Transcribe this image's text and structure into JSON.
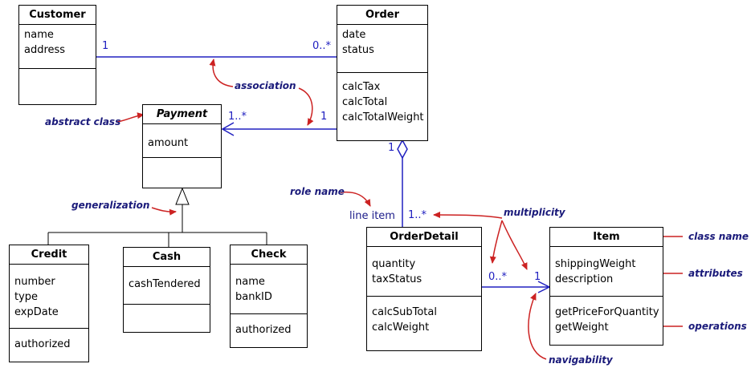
{
  "classes": {
    "customer": {
      "name": "Customer",
      "attributes": [
        "name",
        "address"
      ],
      "operations": []
    },
    "order": {
      "name": "Order",
      "attributes": [
        "date",
        "status"
      ],
      "operations": [
        "calcTax",
        "calcTotal",
        "calcTotalWeight"
      ]
    },
    "payment": {
      "name": "Payment",
      "attributes": [
        "amount"
      ],
      "operations": []
    },
    "credit": {
      "name": "Credit",
      "attributes": [
        "number",
        "type",
        "expDate"
      ],
      "operations": [
        "authorized"
      ]
    },
    "cash": {
      "name": "Cash",
      "attributes": [
        "cashTendered"
      ],
      "operations": []
    },
    "check": {
      "name": "Check",
      "attributes": [
        "name",
        "bankID"
      ],
      "operations": [
        "authorized"
      ]
    },
    "orderdetail": {
      "name": "OrderDetail",
      "attributes": [
        "quantity",
        "taxStatus"
      ],
      "operations": [
        "calcSubTotal",
        "calcWeight"
      ]
    },
    "item": {
      "name": "Item",
      "attributes": [
        "shippingWeight",
        "description"
      ],
      "operations": [
        "getPriceForQuantity",
        "getWeight"
      ]
    }
  },
  "multiplicities": {
    "customer_order_1": "1",
    "customer_order_many": "0..*",
    "payment_many": "1..*",
    "order_payment_1": "1",
    "order_detail_1": "1",
    "detail_many": "1..*",
    "detail_item_many": "0..*",
    "item_1": "1"
  },
  "role_name": "line item",
  "annotations": {
    "association": "association",
    "abstract_class": "abstract class",
    "generalization": "generalization",
    "role_name": "role name",
    "multiplicity": "multiplicity",
    "class_name": "class name",
    "attributes": "attributes",
    "operations": "operations",
    "navigability": "navigability"
  },
  "colors": {
    "line": "#2020c0",
    "annotation_arrow": "#cc2222",
    "annotation_text": "#1a1a7a",
    "class_border": "#000000"
  }
}
